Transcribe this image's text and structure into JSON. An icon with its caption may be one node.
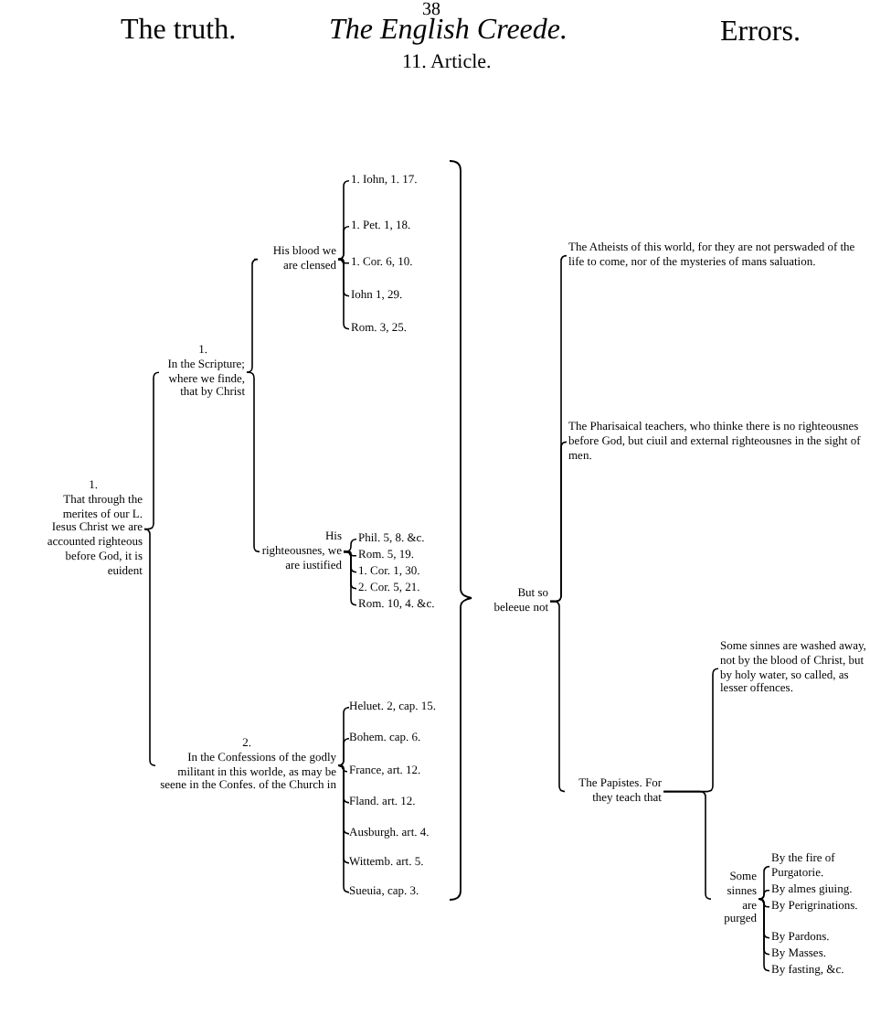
{
  "diagram": {
    "title": "The English Creede.",
    "nodes": [
      {
        "text": [
          "1.",
          "That through the merites of our L. Iesus Christ we are accounted righteous before God, it is euident"
        ]
      },
      {
        "text": [
          "1.",
          "In the Scripture; where we finde, that by Christ"
        ]
      },
      {
        "text": [
          "His blood we are clensed"
        ]
      },
      {
        "text": [
          "1. Iohn, 1. 17."
        ]
      },
      {
        "text": [
          "1. Pet. 1, 18."
        ]
      },
      {
        "text": [
          "1. Cor. 6, 10."
        ]
      },
      {
        "text": [
          "Iohn 1, 29."
        ]
      },
      {
        "text": [
          "Rom. 3, 25."
        ]
      },
      {
        "text": [
          "His righteousnes, we are iustified"
        ]
      },
      {
        "text": [
          "Phil. 5, 8. &c."
        ]
      },
      {
        "text": [
          "Rom. 5, 19."
        ]
      },
      {
        "text": [
          "1. Cor. 1, 30."
        ]
      },
      {
        "text": [
          "2. Cor. 5, 21."
        ]
      },
      {
        "text": [
          "Rom. 10, 4. &c."
        ]
      },
      {
        "text": [
          "2.",
          "In the Confessions of the godly militant in this worlde, as may be seene in the Confes. of the Church in"
        ]
      },
      {
        "text": [
          "Heluet. 2, cap. 15."
        ]
      },
      {
        "text": [
          "Bohem. cap. 6."
        ]
      },
      {
        "text": [
          "France, art. 12."
        ]
      },
      {
        "text": [
          "Fland. art. 12."
        ]
      },
      {
        "text": [
          "Ausburgh. art. 4."
        ]
      },
      {
        "text": [
          "Wittemb. art. 5."
        ]
      },
      {
        "text": [
          "Sueuia, cap. 3."
        ]
      },
      {
        "text": [
          "But so beleeue not"
        ]
      },
      {
        "text": [
          "The Atheists of this world, for they are not perswaded of the life to come, nor of the mysteries of mans saluation."
        ]
      },
      {
        "text": [
          "The Pharisaical teachers, who thinke there is no righteousnes before God, but ciuil and external righteousnes in the sight of men."
        ]
      },
      {
        "text": [
          "The Papistes. For they teach that"
        ]
      },
      {
        "text": [
          "Some sinnes are washed away, not by the blood of Christ, but by holy water, so called, as lesser offences."
        ]
      },
      {
        "text": [
          "Some sinnes are purged"
        ]
      },
      {
        "text": [
          "By the fire of Purgatorie."
        ]
      },
      {
        "text": [
          "By almes giuing."
        ]
      },
      {
        "text": [
          "By Perigrinations."
        ]
      },
      {
        "text": [
          "By Pardons."
        ]
      },
      {
        "text": [
          "By Masses."
        ]
      },
      {
        "text": [
          "By fasting, &c."
        ]
      }
    ],
    "edges": [
      {
        "from": 0,
        "to": 1,
        "arrow": "none"
      },
      {
        "from": 0,
        "to": 14,
        "arrow": "none"
      },
      {
        "from": 1,
        "to": 2,
        "arrow": "none"
      },
      {
        "from": 1,
        "to": 8,
        "arrow": "none"
      },
      {
        "from": 2,
        "to": 3,
        "arrow": "none"
      },
      {
        "from": 2,
        "to": 4,
        "arrow": "none"
      },
      {
        "from": 2,
        "to": 5,
        "arrow": "none"
      },
      {
        "from": 2,
        "to": 6,
        "arrow": "none"
      },
      {
        "from": 2,
        "to": 7,
        "arrow": "none"
      },
      {
        "from": 8,
        "to": 9,
        "arrow": "none"
      },
      {
        "from": 8,
        "to": 10,
        "arrow": "none"
      },
      {
        "from": 8,
        "to": 11,
        "arrow": "none"
      },
      {
        "from": 8,
        "to": 12,
        "arrow": "none"
      },
      {
        "from": 8,
        "to": 13,
        "arrow": "none"
      },
      {
        "from": 14,
        "to": 15,
        "arrow": "none"
      },
      {
        "from": 14,
        "to": 16,
        "arrow": "none"
      },
      {
        "from": 14,
        "to": 17,
        "arrow": "none"
      },
      {
        "from": 14,
        "to": 18,
        "arrow": "none"
      },
      {
        "from": 14,
        "to": 19,
        "arrow": "none"
      },
      {
        "from": 14,
        "to": 20,
        "arrow": "none"
      },
      {
        "from": 14,
        "to": 21,
        "arrow": "none"
      },
      {
        "from": 22,
        "to": 23,
        "arrow": "none"
      },
      {
        "from": 22,
        "to": 24,
        "arrow": "none"
      },
      {
        "from": 22,
        "to": 25,
        "arrow": "none"
      },
      {
        "from": 25,
        "to": 26,
        "arrow": "none"
      },
      {
        "from": 25,
        "to": 27,
        "arrow": "none"
      },
      {
        "from": 27,
        "to": 28,
        "arrow": "none"
      },
      {
        "from": 27,
        "to": 29,
        "arrow": "none"
      },
      {
        "from": 27,
        "to": 30,
        "arrow": "none"
      },
      {
        "from": 27,
        "to": 31,
        "arrow": "none"
      },
      {
        "from": 27,
        "to": 32,
        "arrow": "none"
      },
      {
        "from": 27,
        "to": 33,
        "arrow": "none"
      }
    ],
    "labels": [
      "38",
      "The truth.",
      "Errors.",
      "11. Article."
    ]
  }
}
